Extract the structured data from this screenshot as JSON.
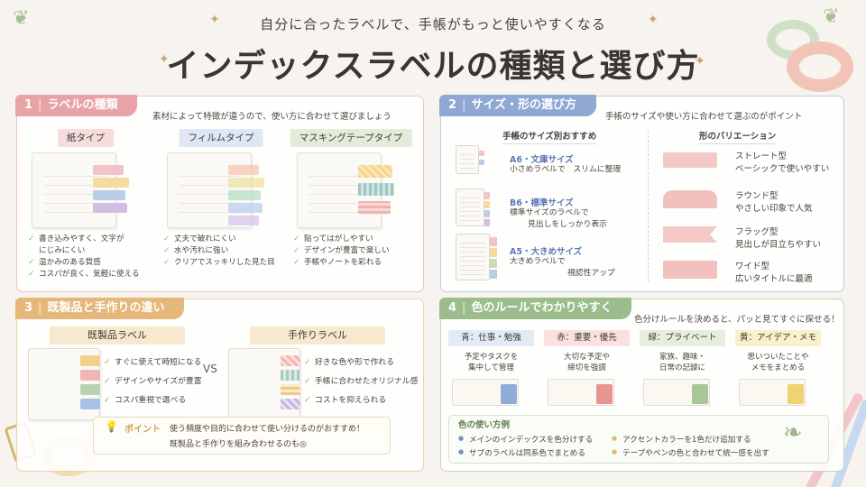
{
  "header": {
    "subtitle": "自分に合ったラベルで、手帳がもっと使いやすくなる",
    "title": "インデックスラベルの種類と選び方"
  },
  "section1": {
    "num": "1",
    "title": "ラベルの種類",
    "desc": "素材によって特徴が違うので、使い方に合わせて選びましょう",
    "types": [
      {
        "name": "紙タイプ",
        "bullets": [
          "書き込みやすく、文字が",
          "にじみにくい",
          "温かみのある質感",
          "コスパが良く、気軽に使える"
        ]
      },
      {
        "name": "フィルムタイプ",
        "bullets": [
          "丈夫で破れにくい",
          "水や汚れに強い",
          "クリアでスッキリした見た目"
        ]
      },
      {
        "name": "マスキングテープタイプ",
        "bullets": [
          "貼ってはがしやすい",
          "デザインが豊富で楽しい",
          "手帳やノートを彩れる"
        ]
      }
    ]
  },
  "section2": {
    "num": "2",
    "title": "サイズ・形の選び方",
    "desc": "手帳のサイズや使い方に合わせて選ぶのがポイント",
    "size_heading": "手帳のサイズ別おすすめ",
    "sizes": [
      {
        "name": "A6・文庫サイズ",
        "line1": "小さめラベルで　スリムに整理",
        "line2": ""
      },
      {
        "name": "B6・標準サイズ",
        "line1": "標準サイズのラベルで",
        "line2": "見出しをしっかり表示"
      },
      {
        "name": "A5・大きめサイズ",
        "line1": "大きめラベルで",
        "line2": "視認性アップ"
      }
    ],
    "shape_heading": "形のバリエーション",
    "shapes": [
      {
        "name": "ストレート型",
        "desc": "ベーシックで使いやすい"
      },
      {
        "name": "ラウンド型",
        "desc": "やさしい印象で人気"
      },
      {
        "name": "フラッグ型",
        "desc": "見出しが目立ちやすい"
      },
      {
        "name": "ワイド型",
        "desc": "広いタイトルに最適"
      }
    ]
  },
  "section3": {
    "num": "3",
    "title": "既製品と手作りの違い",
    "ready": {
      "name": "既製品ラベル",
      "bullets": [
        "すぐに使えて時短になる",
        "デザインやサイズが豊富",
        "コスパ重視で選べる"
      ]
    },
    "vs": "VS",
    "handmade": {
      "name": "手作りラベル",
      "bullets": [
        "好きな色や形で作れる",
        "手帳に合わせたオリジナル感",
        "コストを抑えられる"
      ]
    },
    "point_label": "ポイント",
    "point_line1": "使う頻度や目的に合わせて使い分けるのがおすすめ！",
    "point_line2": "既製品と手作りを組み合わせるのも◎"
  },
  "section4": {
    "num": "4",
    "title": "色のルールでわかりやすく",
    "desc": "色分けルールを決めると、パッと見てすぐに探せる！",
    "colors": [
      {
        "label": "青：仕事・勉強",
        "line1": "予定やタスクを",
        "line2": "集中して管理",
        "color": "#7f9fd4",
        "bg": "#e2eaf6"
      },
      {
        "label": "赤：重要・優先",
        "line1": "大切な予定や",
        "line2": "締切を強調",
        "color": "#e08a86",
        "bg": "#f8e1df"
      },
      {
        "label": "緑：プライベート",
        "line1": "家族、趣味・",
        "line2": "日常の記録に",
        "color": "#9fbf8c",
        "bg": "#e5efdc"
      },
      {
        "label": "黄：アイデア・メモ",
        "line1": "思いついたことや",
        "line2": "メモをまとめる",
        "color": "#efce6a",
        "bg": "#faf0cc"
      }
    ],
    "rules_title": "色の使い方例",
    "rules": [
      "メインのインデックスを色分けする",
      "サブのラベルは同系色でまとめる",
      "アクセントカラーを1色だけ追加する",
      "テープやペンの色と合わせて統一感を出す"
    ]
  },
  "icons": [
    "sparkle-icon",
    "check-icon",
    "lightbulb-icon",
    "leaf-icon"
  ],
  "colors": {
    "pink": "#e7a3a6",
    "blue": "#8ea7d3",
    "orange": "#e6b77a",
    "green": "#9dbc8c"
  }
}
